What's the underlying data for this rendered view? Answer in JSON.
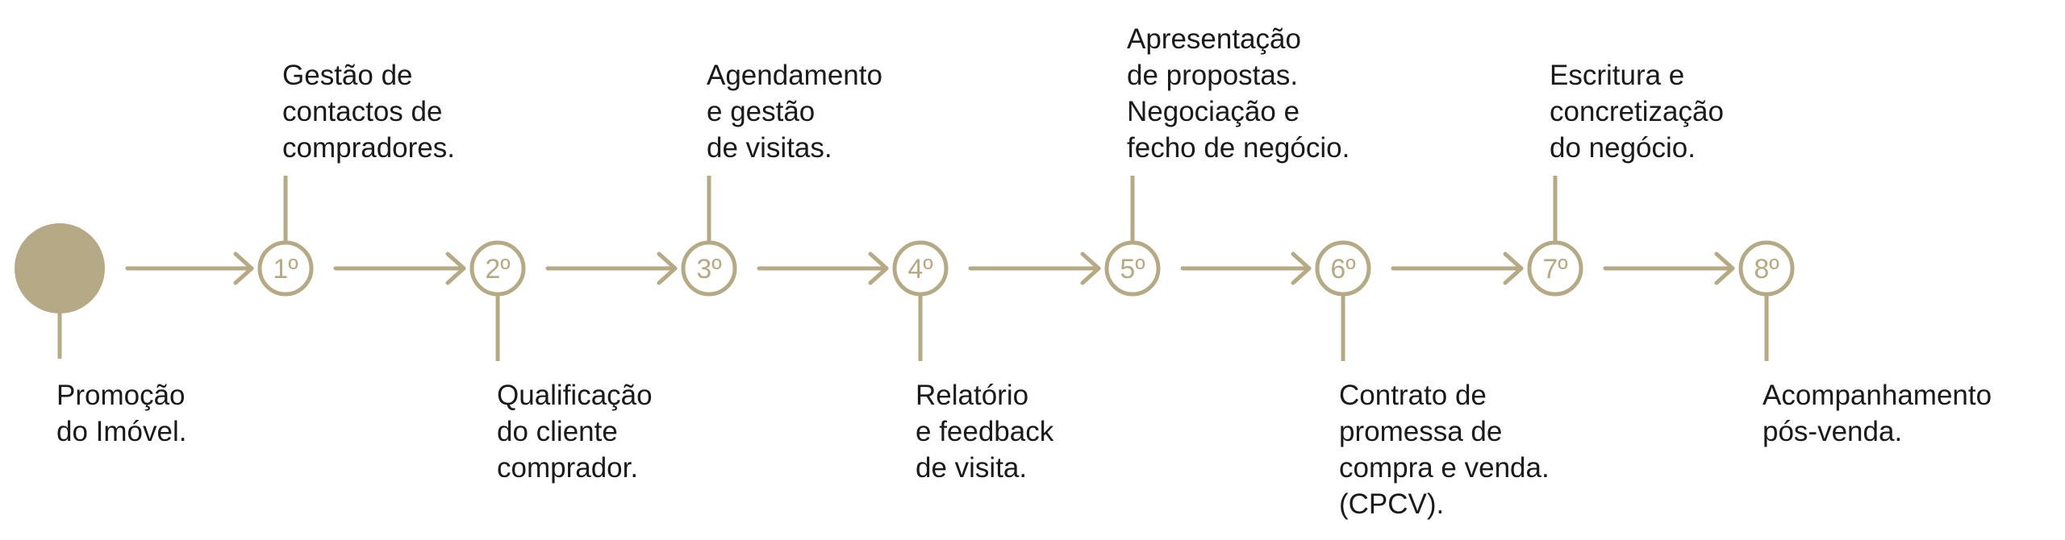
{
  "accent_color": "#b5aa85",
  "text_color": "#1a1a1a",
  "start": {
    "label_lines": [
      "Promoção",
      "do Imóvel."
    ]
  },
  "steps": [
    {
      "number": "1º",
      "label_lines": [
        "Gestão de",
        "contactos de",
        "compradores."
      ]
    },
    {
      "number": "2º",
      "label_lines": [
        "Qualificação",
        "do cliente",
        "comprador."
      ]
    },
    {
      "number": "3º",
      "label_lines": [
        "Agendamento",
        "e gestão",
        "de visitas."
      ]
    },
    {
      "number": "4º",
      "label_lines": [
        "Relatório",
        "e feedback",
        "de visita."
      ]
    },
    {
      "number": "5º",
      "label_lines": [
        "Apresentação",
        "de propostas.",
        "Negociação e",
        "fecho de negócio."
      ]
    },
    {
      "number": "6º",
      "label_lines": [
        "Contrato de",
        "promessa de",
        "compra e venda.",
        "(CPCV)."
      ]
    },
    {
      "number": "7º",
      "label_lines": [
        "Escritura e",
        "concretização",
        "do negócio."
      ]
    },
    {
      "number": "8º",
      "label_lines": [
        "Acompanhamento",
        "pós-venda."
      ]
    }
  ]
}
